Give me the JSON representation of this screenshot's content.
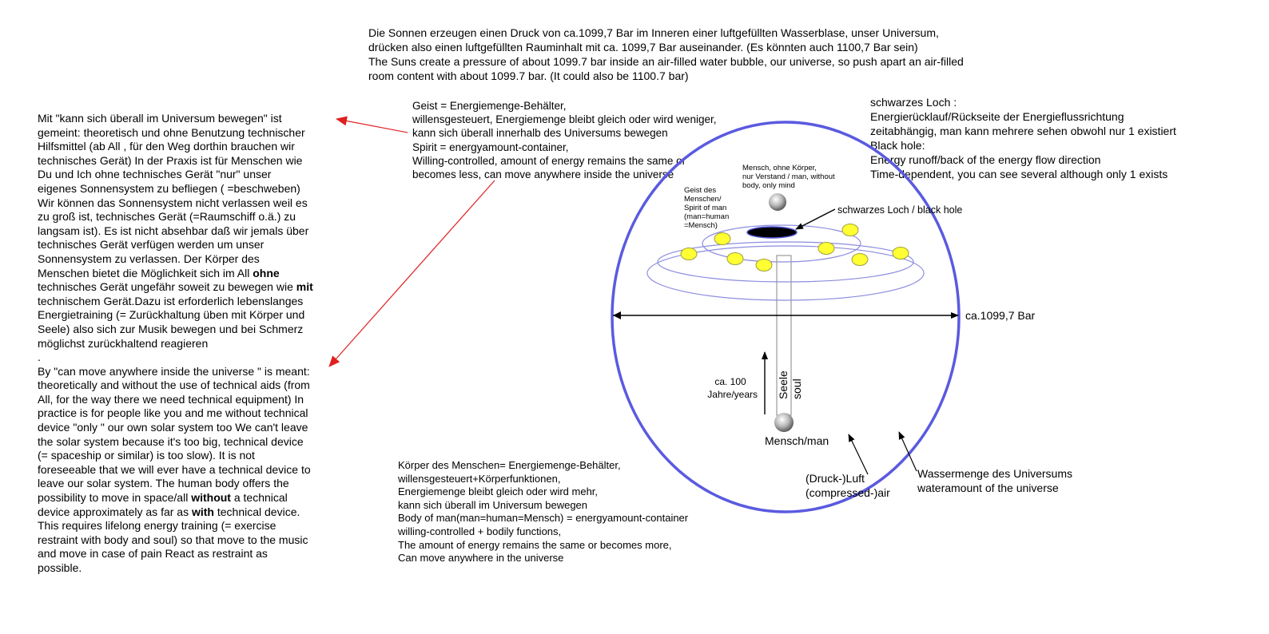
{
  "top_text": {
    "lines": [
      "Die Sonnen erzeugen einen Druck von ca.1099,7 Bar  im Inneren einer luftgefüllten  Wasserblase, unser Universum,",
      "drücken also einen luftgefüllten Rauminhalt mit ca. 1099,7 Bar auseinander. (Es könnten auch 1100,7 Bar sein)",
      "The Suns create a pressure of about 1099.7 bar inside an air-filled water bubble, our universe, so push apart an air-filled",
      "room content with about 1099.7 bar. (It could also be 1100.7 bar)"
    ]
  },
  "left_text": {
    "german": [
      "Mit \"kann sich überall im Universum bewegen\" ist",
      "gemeint: theoretisch und ohne Benutzung technischer",
      "Hilfsmittel (ab All , für den Weg dorthin brauchen wir",
      "technisches Gerät) In der Praxis ist für Menschen wie",
      "Du und Ich ohne technisches Gerät  \"nur\" unser",
      "eigenes Sonnensystem zu befliegen ( =beschweben)",
      "Wir können das Sonnensystem nicht verlassen weil es",
      "zu groß ist, technisches Gerät (=Raumschiff o.ä.) zu",
      "langsam ist). Es ist nicht absehbar daß wir jemals über",
      "technisches Gerät verfügen werden um unser",
      "Sonnensystem zu verlassen.  Der Körper des",
      "Menschen bietet die Möglichkeit sich im All ",
      "technisches Gerät ungefähr soweit zu bewegen wie ",
      "technischem Gerät.Dazu ist erforderlich lebenslanges",
      "Energietraining (= Zurückhaltung üben mit Körper und",
      "Seele) also sich zur Musik bewegen und bei Schmerz",
      "möglichst zurückhaltend reagieren",
      "."
    ],
    "bold_ohne": "ohne",
    "bold_mit": "mit",
    "english": [
      "By  \"can move anywhere inside the universe \" is meant:",
      "theoretically and without the use of technical aids (from",
      "All, for the way there we need technical equipment) In",
      "practice is for people like you and me without technical",
      "device  \"only \" our own solar system too We can't leave",
      "the solar system because it's too big, technical device",
      "(= spaceship or similar) is too slow). It is not",
      "foreseeable that we will ever have a technical device to",
      "leave our solar system.  The human body offers the",
      "possibility to move in space/all ",
      " a technical",
      "device approximately as far as ",
      " technical device.",
      "This requires lifelong energy training (= exercise",
      "restraint with body and soul) so that move to the music",
      "and move in case of pain React as restraint as",
      "possible."
    ],
    "bold_without": "without",
    "bold_with": "with"
  },
  "spirit_text": {
    "lines": [
      "Geist = Energiemenge-Behälter,",
      "willensgesteuert, Energiemenge bleibt gleich oder wird weniger,",
      "kann sich überall innerhalb des Universums bewegen",
      "Spirit = energyamount-container,",
      "Willing-controlled, amount of energy remains the same or",
      "becomes less, can move anywhere inside the universe"
    ]
  },
  "black_hole_text": {
    "lines": [
      "schwarzes Loch :",
      "Energierücklauf/Rückseite der Energieflussrichtung",
      "zeitabhängig, man kann mehrere sehen obwohl nur 1 existiert",
      "Black hole:",
      "Energy runoff/back of the energy flow direction",
      "Time-dependent, you can see several although only 1 exists"
    ]
  },
  "body_text": {
    "lines": [
      "Körper des Menschen= Energiemenge-Behälter,",
      "willensgesteuert+Körperfunktionen,",
      "Energiemenge bleibt gleich oder wird mehr,",
      "kann sich überall im Universum bewegen",
      "Body of man(man=human=Mensch) = energyamount-container",
      "willing-controlled + bodily functions,",
      "The amount of energy remains the same or becomes more,",
      "Can move anywhere in the universe"
    ]
  },
  "diagram": {
    "mind_label": [
      "Mensch, ohne Körper,",
      "nur Verstand / man, without",
      "body, only mind"
    ],
    "spirit_label": [
      "Geist des",
      "Menschen/",
      "Spirit of man",
      "(man=human",
      "=Mensch)"
    ],
    "black_hole_label": "schwarzes Loch / black hole",
    "pressure_label": "ca.1099,7 Bar",
    "years_label": [
      "ca. 100",
      "Jahre/years"
    ],
    "soul_label": [
      "Seele",
      "soul"
    ],
    "man_label": "Mensch/man",
    "air_label": [
      "(Druck-)Luft",
      "(compressed-)air"
    ],
    "water_label": [
      "Wassermenge des Universums",
      "wateramount of the universe"
    ],
    "colors": {
      "bubble": "#5a5ae0",
      "orbit": "#8c8ce0",
      "sun_fill": "#ffff33",
      "sun_stroke": "#a0a040",
      "arrow_red": "#e02020",
      "black_hole": "#000000"
    }
  }
}
